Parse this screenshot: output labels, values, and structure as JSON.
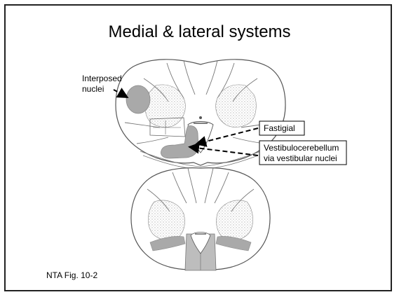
{
  "slide": {
    "title": "Medial & lateral systems",
    "caption": "NTA Fig. 10-2"
  },
  "labels": {
    "interposed_line1": "Interposed",
    "interposed_line2": "nuclei",
    "fastigial": "Fastigial",
    "vestibulo_line1": "Vestibulocerebellum",
    "vestibulo_line2": "via vestibular nuclei"
  },
  "colors": {
    "highlight": "#a9a9a9",
    "outline": "#555555",
    "stipple": "#bdbdbd",
    "border": "#222222"
  }
}
